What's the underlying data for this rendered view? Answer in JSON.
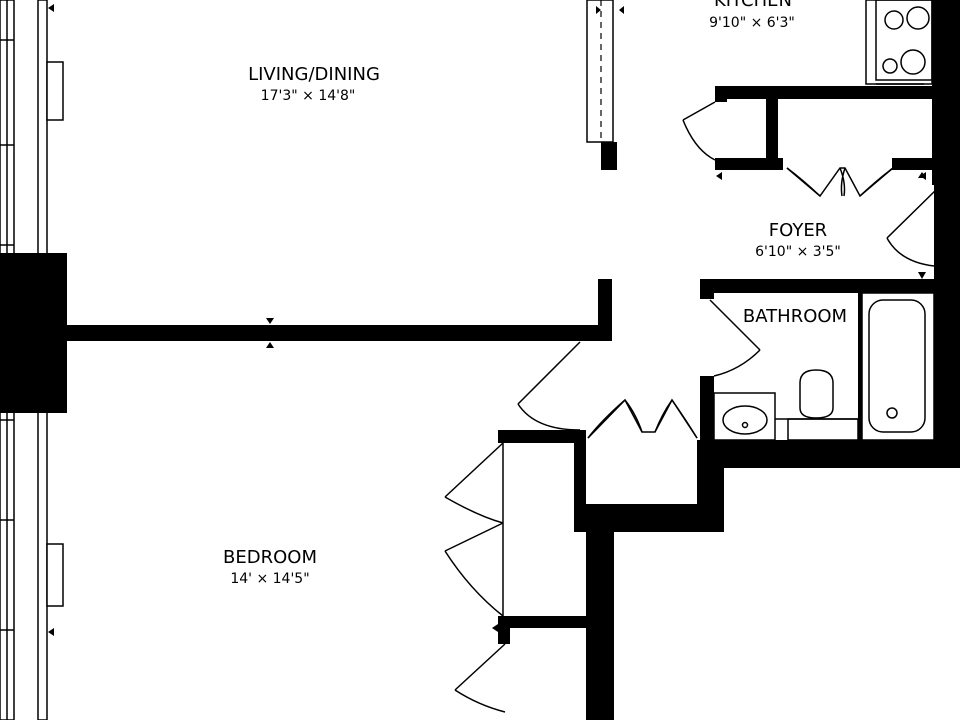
{
  "rooms": {
    "kitchen": {
      "name": "KITCHEN",
      "dims": "9'10\" × 6'3\""
    },
    "living": {
      "name": "LIVING/DINING",
      "dims": "17'3\" × 14'8\""
    },
    "foyer": {
      "name": "FOYER",
      "dims": "6'10\" × 3'5\""
    },
    "bathroom": {
      "name": "BATHROOM",
      "dims": ""
    },
    "bedroom": {
      "name": "BEDROOM",
      "dims": "14' × 14'5\""
    }
  },
  "colors": {
    "wall": "#000000",
    "background": "#ffffff"
  },
  "icons": [
    "stove-icon",
    "sink-icon",
    "toilet-icon",
    "bathtub-icon",
    "door-swing-icon",
    "bifold-door-icon"
  ]
}
